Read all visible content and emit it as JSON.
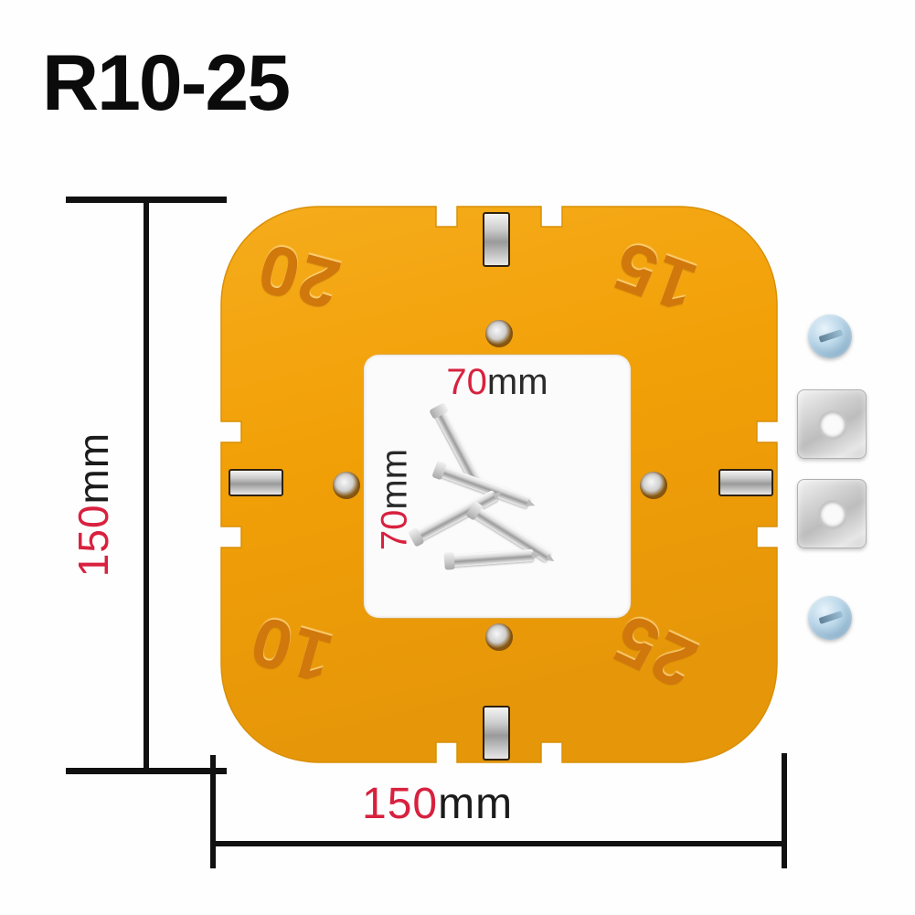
{
  "product": {
    "title": "R10-25",
    "type": "router-corner-radius-jig-template",
    "body_color": "#F2A007",
    "engraved_color": "#D0780C",
    "dimension_number_color": "#D8213F",
    "dimension_unit_color": "#1B1B1B"
  },
  "dimensions": {
    "height": {
      "value": "150",
      "unit": "mm"
    },
    "width": {
      "value": "150",
      "unit": "mm"
    },
    "window_width": {
      "value": "70",
      "unit": "mm"
    },
    "window_height": {
      "value": "70",
      "unit": "mm"
    }
  },
  "radius_markings": [
    {
      "label": "20",
      "corner": "top-left"
    },
    {
      "label": "15",
      "corner": "top-right"
    },
    {
      "label": "10",
      "corner": "bottom-left"
    },
    {
      "label": "25",
      "corner": "bottom-right"
    }
  ],
  "accessories": [
    {
      "name": "pan-head-screw",
      "position": "top"
    },
    {
      "name": "square-metal-plate",
      "position": "upper-middle"
    },
    {
      "name": "square-metal-plate",
      "position": "lower-middle"
    },
    {
      "name": "pan-head-screw",
      "position": "bottom"
    }
  ],
  "hardware": {
    "screw_cluster_count": 5,
    "board_screw_holes": 4,
    "metal_pin_inserts": 4
  }
}
